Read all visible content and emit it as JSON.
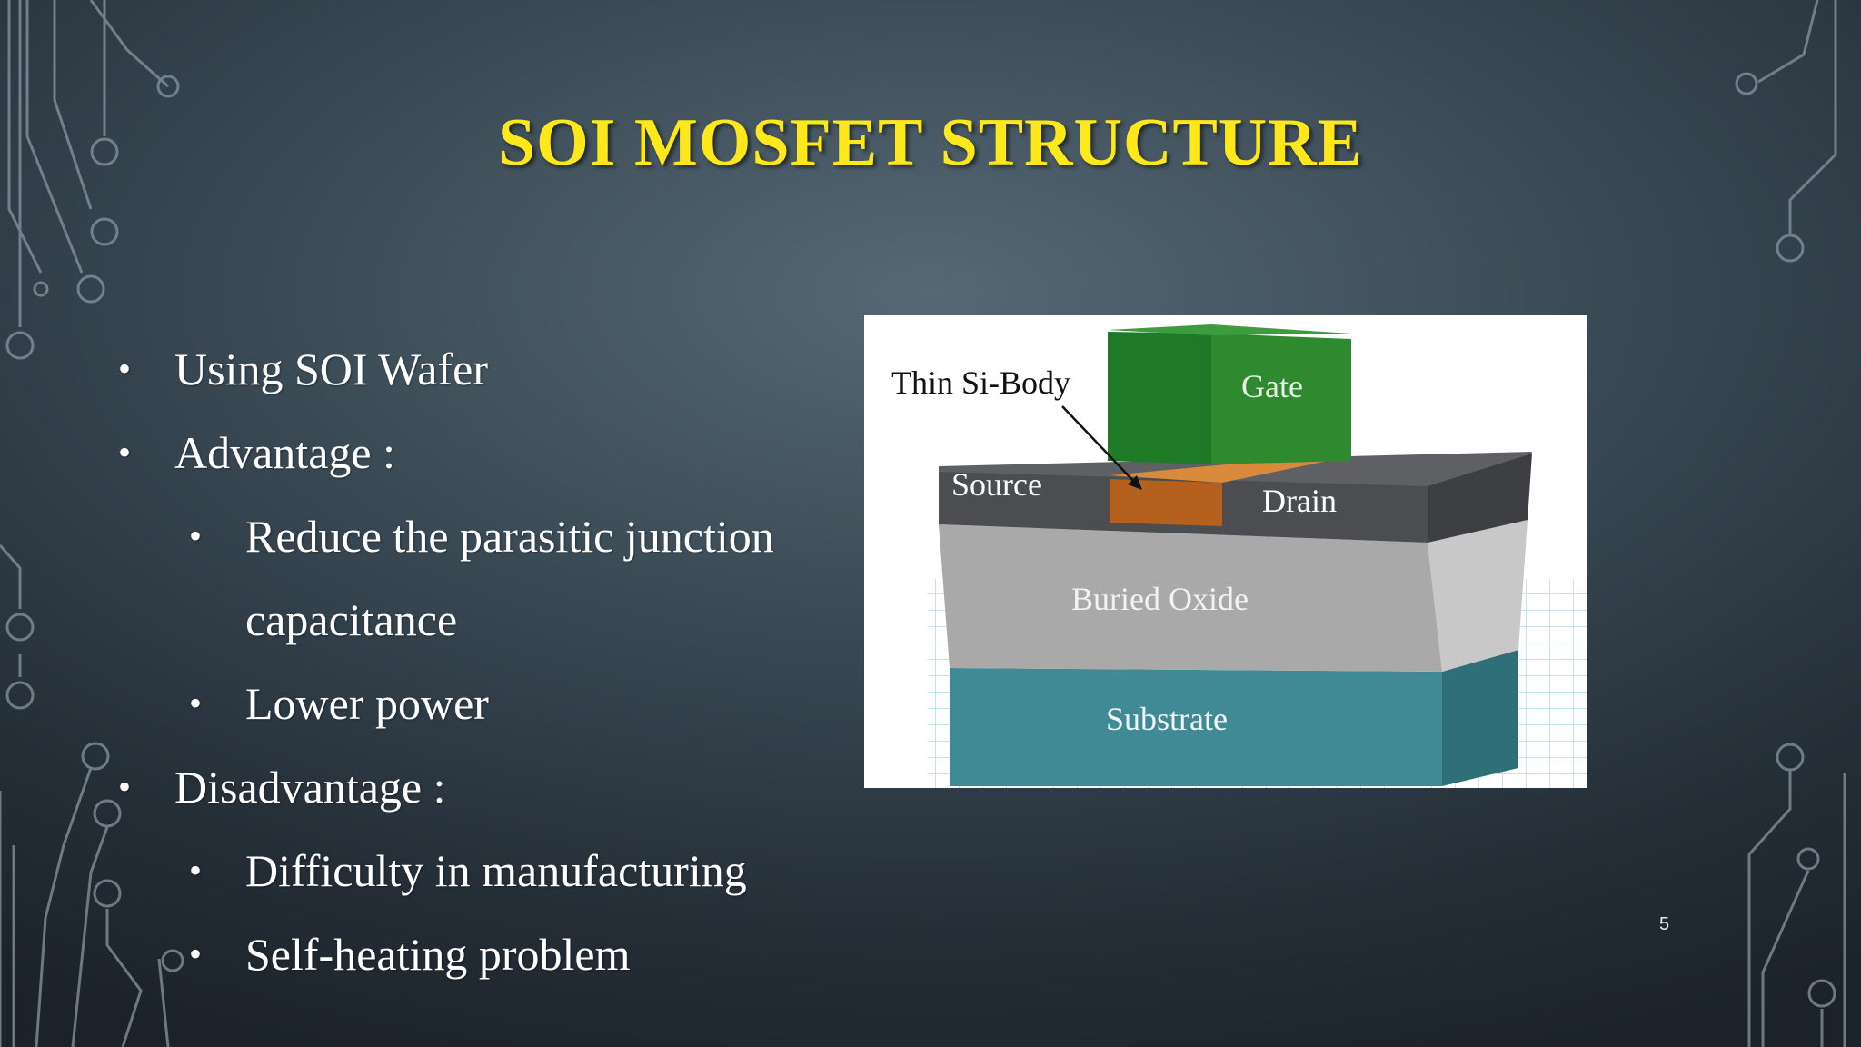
{
  "slide": {
    "title": "SOI MOSFET STRUCTURE",
    "page_number": "5"
  },
  "bullets": [
    {
      "level": 1,
      "text": "Using SOI Wafer"
    },
    {
      "level": 1,
      "text": "Advantage :"
    },
    {
      "level": 2,
      "text": "Reduce the parasitic junction"
    },
    {
      "level": 2,
      "text": "capacitance",
      "continuation": true
    },
    {
      "level": 2,
      "text": "Lower power"
    },
    {
      "level": 1,
      "text": "Disadvantage :"
    },
    {
      "level": 2,
      "text": "Difficulty in manufacturing"
    },
    {
      "level": 2,
      "text": "Self-heating problem"
    }
  ],
  "diagram": {
    "labels": {
      "thin_si_body": "Thin Si-Body",
      "gate": "Gate",
      "source": "Source",
      "drain": "Drain",
      "buried_oxide": "Buried Oxide",
      "substrate": "Substrate"
    },
    "colors": {
      "gate": "#2f8a2f",
      "channel": "#b5601c",
      "source_drain": "#4b4d50",
      "buried_oxide": "#a9a9a9",
      "substrate": "#3f8a94",
      "title": "#ffe81a"
    }
  }
}
